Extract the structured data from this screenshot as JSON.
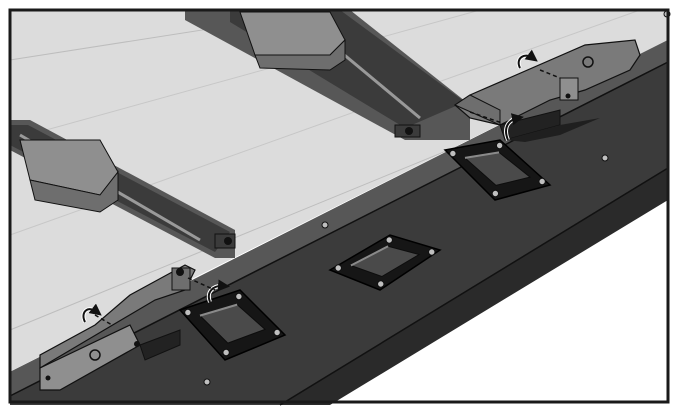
{
  "illustration": {
    "kind": "assembly-step",
    "text_labels": [],
    "colors": {
      "background": "#ffffff",
      "frame": "#1a1a1a",
      "panel": "#dcdcdc",
      "panel_light": "#e9e9e9",
      "rail_dark": "#3b3b3b",
      "rail_mid": "#575757",
      "bracket": "#6e6e6e",
      "bracket_light": "#8f8f8f",
      "latch": "#7a7a7a",
      "outline": "#111111",
      "screw": "#bfbfbf"
    },
    "components": {
      "crossbars": 2,
      "handles": 3,
      "latches": 2,
      "rotation_arrows": 4
    }
  }
}
